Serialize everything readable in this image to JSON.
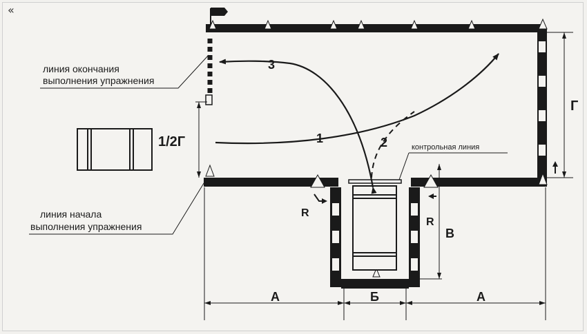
{
  "nav": {
    "back_glyph": "«"
  },
  "labels": {
    "end_line": [
      "линия окончания",
      "выполнения упражнения"
    ],
    "start_line": [
      "линия начала",
      "выполнения  упражнения"
    ],
    "control_line": "контрольная линия",
    "half_g": "1/2Г",
    "dim_g": "Г",
    "dim_a_left": "А",
    "dim_b": "Б",
    "dim_a_right": "А",
    "dim_v": "В",
    "radius_left": "R",
    "radius_right": "R",
    "path_1": "1",
    "path_2": "2",
    "path_3": "3"
  },
  "icons": [
    "flag-icon",
    "traffic-cone-icon",
    "car-icon",
    "arrow-icon"
  ],
  "colors": {
    "ink": "#1a1a1a",
    "paper": "#f4f3f0"
  }
}
